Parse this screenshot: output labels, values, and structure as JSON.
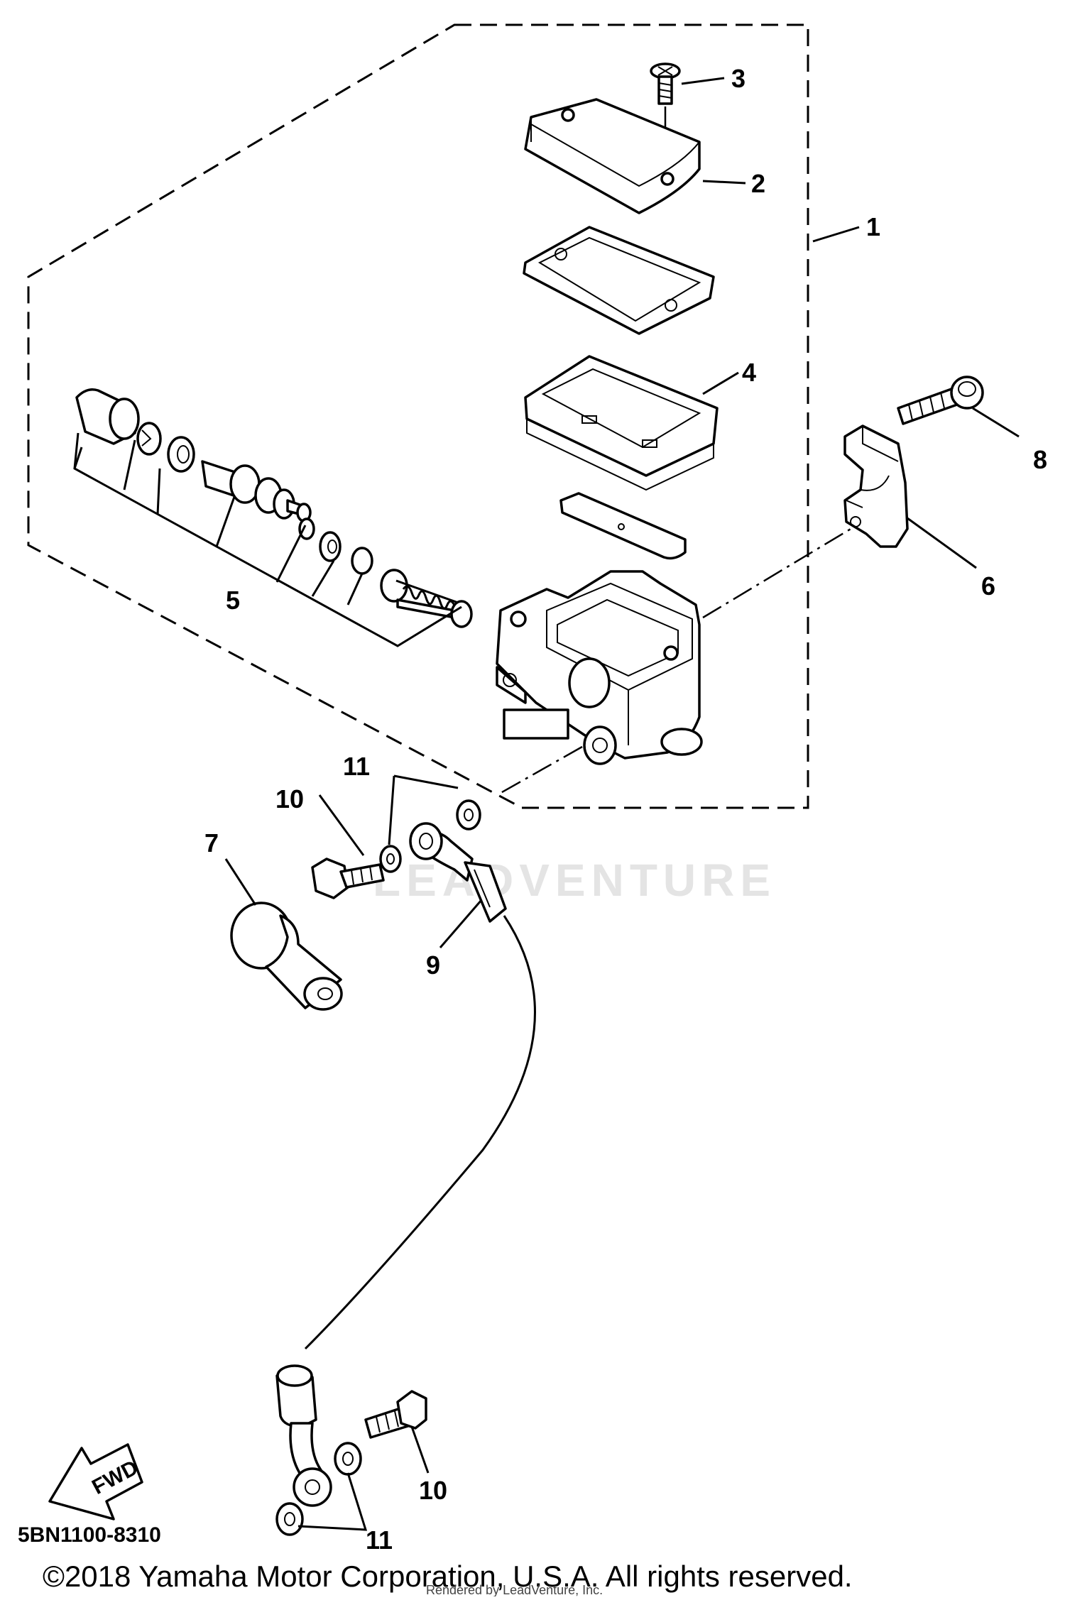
{
  "diagram": {
    "callouts": [
      "1",
      "2",
      "3",
      "4",
      "5",
      "6",
      "7",
      "8",
      "9",
      "10",
      "10",
      "11",
      "11"
    ],
    "fwd_label": "FWD",
    "drawing_code": "5BN1100-8310",
    "copyright": "©2018 Yamaha Motor Corporation, U.S.A. All rights reserved.",
    "render_credit": "Rendered by LeadVenture, Inc.",
    "watermark": "LEADVENTURE"
  }
}
